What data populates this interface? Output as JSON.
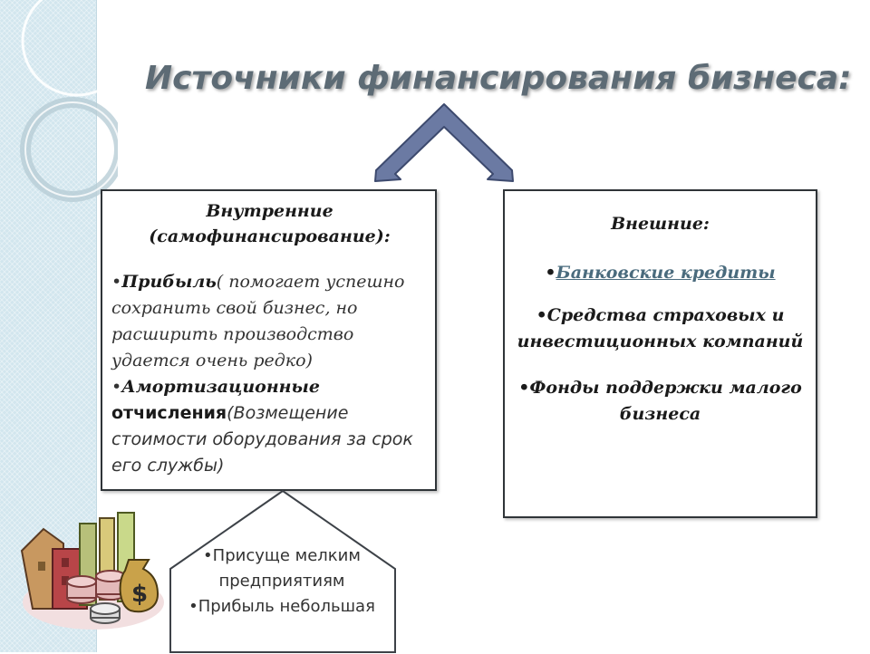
{
  "title": "Источники финансирования бизнеса:",
  "internal": {
    "heading_line1": "Внутренние",
    "heading_line2": "(самофинансирование):",
    "bullet": "•",
    "item1_bold": "Прибыль",
    "item1_text": "( помогает успешно сохранить свой бизнес, но расширить производство удается очень редко)",
    "item2_bold_1": "Амортизационные",
    "item2_bold_2": "отчисления",
    "item2_text": "(Возмещение стоимости оборудования за срок его службы)"
  },
  "external": {
    "heading": "Внешние:",
    "bullet": "•",
    "item1_link": "Банковские кредиты",
    "item2": "Средства страховых и инвестиционных компаний",
    "item3": "Фонды поддержки малого бизнеса"
  },
  "features": {
    "bullet": "•",
    "item1": "Присуще мелким предприятиям",
    "item2": "Прибыль небольшая"
  },
  "colors": {
    "strip": "#d2e6ee",
    "arrow_fill": "#6b7aa3",
    "arrow_stroke": "#3d4a6e",
    "title": "#5d6b75",
    "link": "#4a6b7d"
  },
  "icons": {
    "clipart": "money-buildings-clipart",
    "arrow": "branching-arrow"
  }
}
